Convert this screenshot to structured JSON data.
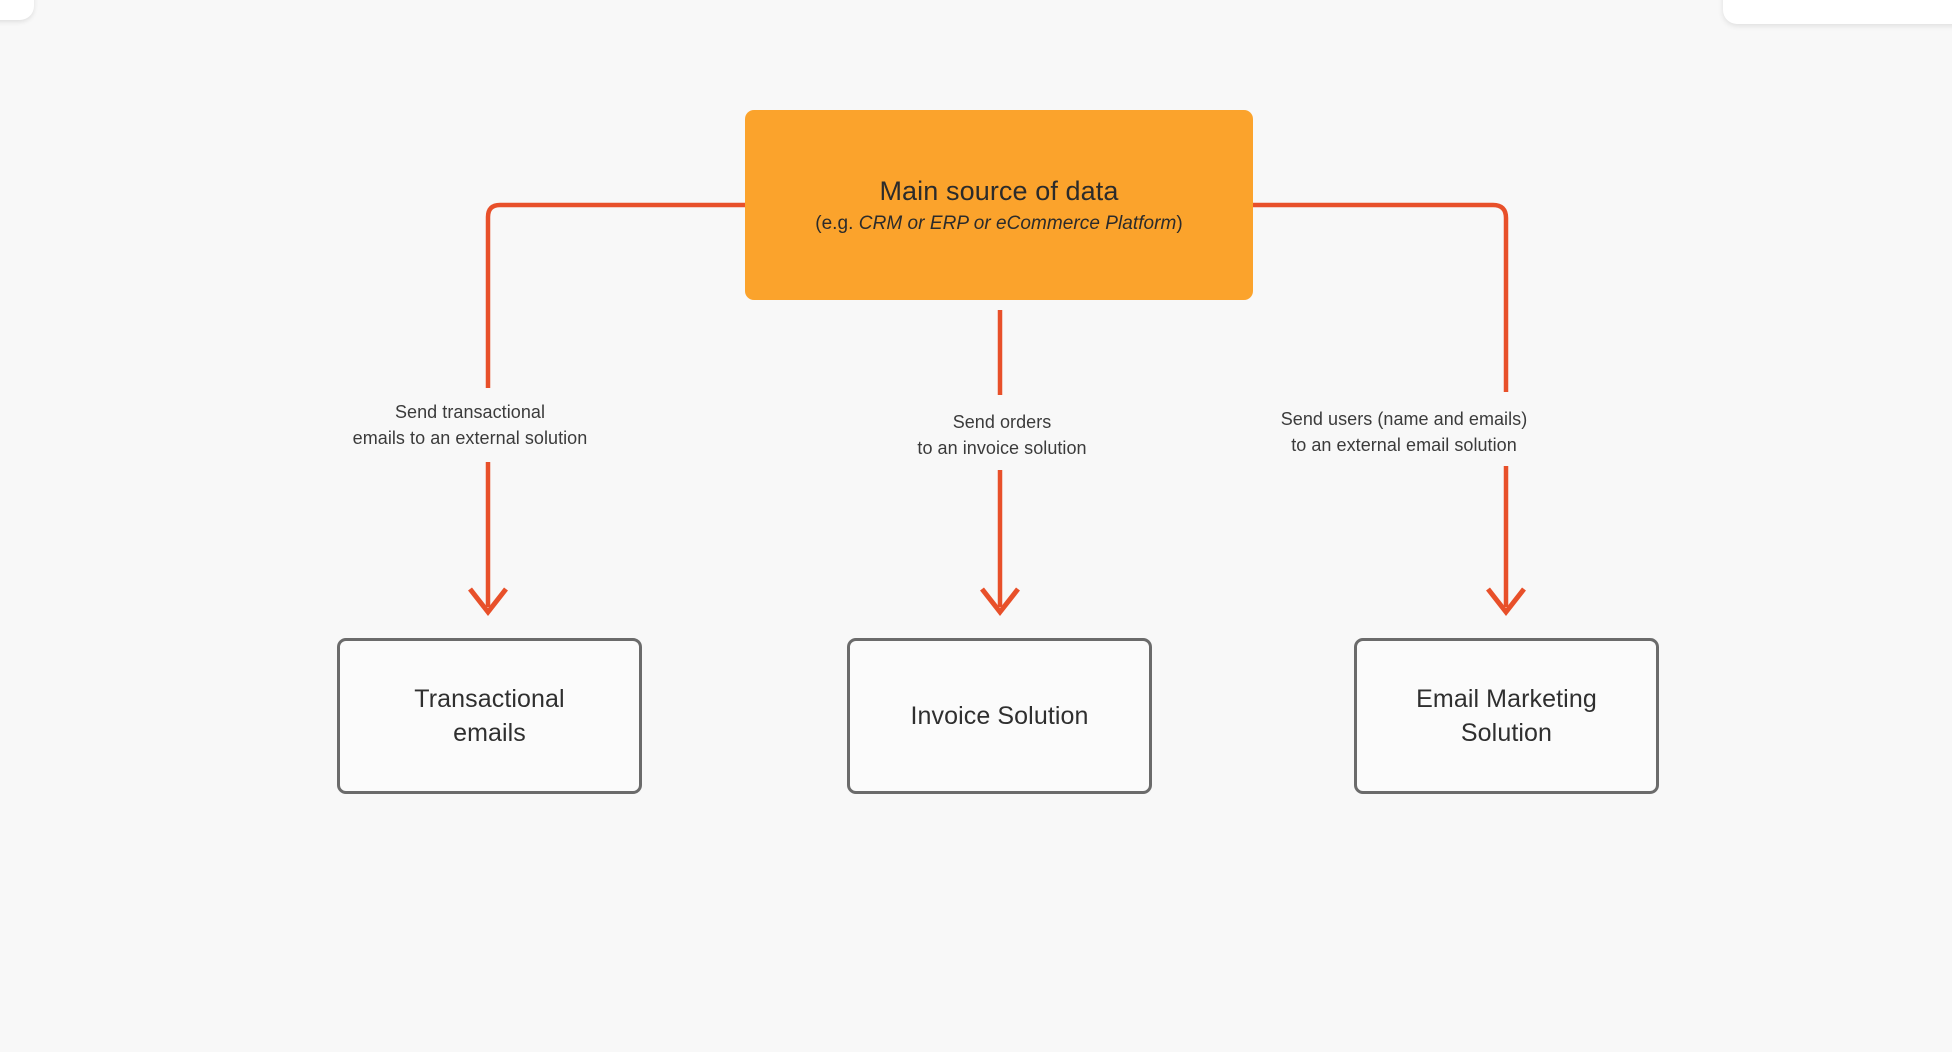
{
  "canvas": {
    "background_color": "#f8f8f8",
    "accent_orange": "#fba32c",
    "connector_red": "#e8502a",
    "node_border_gray": "#6b6b6b"
  },
  "diagram": {
    "source_node": {
      "title": "Main source of data",
      "subtitle_prefix": "(e.g. ",
      "subtitle_emphasis": "CRM or ERP or  eCommerce Platform",
      "subtitle_suffix": ")"
    },
    "edges": [
      {
        "id": "left",
        "label": "Send transactional\nemails to an external solution"
      },
      {
        "id": "mid",
        "label": "Send orders\nto an invoice solution"
      },
      {
        "id": "right",
        "label": "Send users (name and emails)\nto an external email solution"
      }
    ],
    "target_nodes": [
      {
        "id": "transactional",
        "label": "Transactional\nemails"
      },
      {
        "id": "invoice",
        "label": "Invoice Solution"
      },
      {
        "id": "marketing",
        "label": "Email Marketing\nSolution"
      }
    ]
  }
}
